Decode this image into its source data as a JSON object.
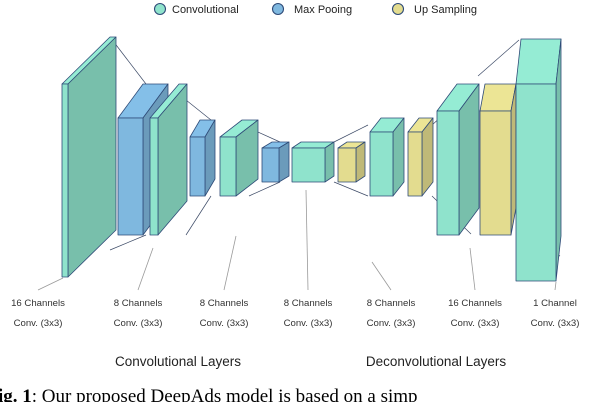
{
  "colors": {
    "convolutional": "#8fe3cc",
    "max_pooling": "#7fb8df",
    "up_sampling": "#e3dc8f",
    "edge": "#2f4b78"
  },
  "legend": [
    {
      "key": "convolutional",
      "label": "Convolutional"
    },
    {
      "key": "max_pooling",
      "label": "Max Pooing"
    },
    {
      "key": "up_sampling",
      "label": "Up Sampling"
    }
  ],
  "layer_labels": [
    {
      "channels": "16 Channels",
      "conv": "Conv. (3x3)"
    },
    {
      "channels": "8 Channels",
      "conv": "Conv. (3x3)"
    },
    {
      "channels": "8 Channels",
      "conv": "Conv. (3x3)"
    },
    {
      "channels": "8 Channels",
      "conv": "Conv. (3x3)"
    },
    {
      "channels": "8 Channels",
      "conv": "Conv. (3x3)"
    },
    {
      "channels": "16 Channels",
      "conv": "Conv. (3x3)"
    },
    {
      "channels": "1 Channel",
      "conv": "Conv. (3x3)"
    }
  ],
  "groups": {
    "encoder": "Convolutional Layers",
    "decoder": "Deconvolutional Layers"
  },
  "caption": {
    "prefix": "ig. 1",
    "text": ": Our proposed DeepAds model is based on a simp"
  }
}
